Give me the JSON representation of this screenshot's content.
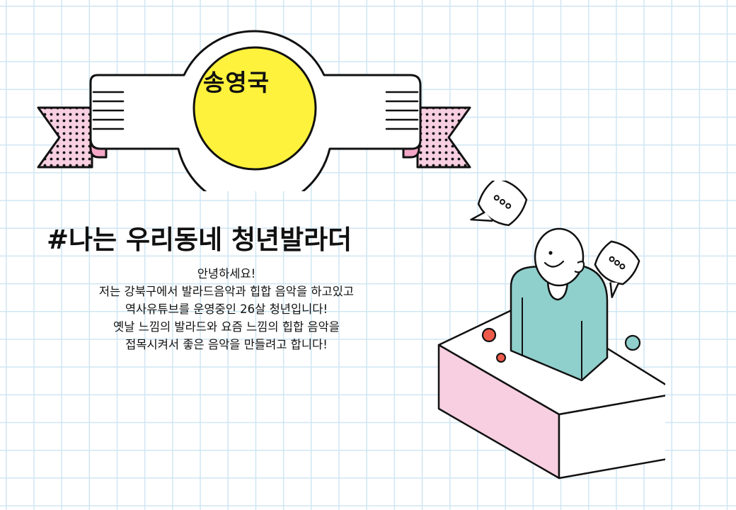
{
  "badge": {
    "name": "송영국"
  },
  "headline": "#나는 우리동네 청년발라더",
  "intro": {
    "lines": [
      "안녕하세요!",
      "저는 강북구에서 발라드음악과 힙합 음악을 하고있고",
      "역사유튜브를 운영중인 26살 청년입니다!",
      "옛날 느낌의 발라드와 요즘 느낌의 힙합 음악을",
      "접목시켜서 좋은 음악을 만들려고 합니다!"
    ]
  },
  "colors": {
    "grid": "#cfe6f3",
    "badge_yellow": "#fff23c",
    "ribbon_pink": "#f4a7c6",
    "box_pink": "#f7cfe0",
    "shirt_teal": "#8fcfcc",
    "dot_red": "#ee5a4a",
    "dot_teal": "#8fcfcc",
    "ink": "#111111"
  },
  "illustration": {
    "icons": [
      "speech-bubble-icon",
      "speech-bubble-icon",
      "person-at-desk-illustration"
    ]
  }
}
